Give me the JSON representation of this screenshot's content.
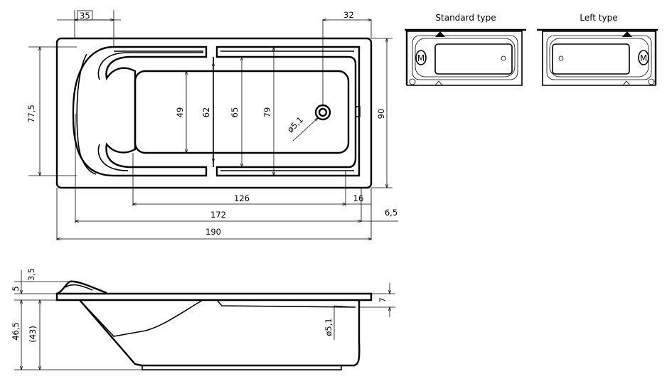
{
  "plan_view": {
    "dims": {
      "top_left": "35",
      "top_right": "32",
      "height_outer": "90",
      "height_inner": "77,5",
      "d49": "49",
      "d62": "62",
      "d65": "65",
      "d79": "79",
      "drain": "ø5,1",
      "d126": "126",
      "d16": "16",
      "d172": "172",
      "d6_5": "6,5",
      "d190": "190"
    }
  },
  "side_view": {
    "dims": {
      "d3_5": "3,5",
      "d5": "5",
      "d46_5": "46,5",
      "d43": "(43)",
      "drain": "ø5,1",
      "d7": "7"
    }
  },
  "variants": [
    {
      "title": "Standard type",
      "motor_label": "M"
    },
    {
      "title": "Left type",
      "motor_label": "M"
    }
  ]
}
